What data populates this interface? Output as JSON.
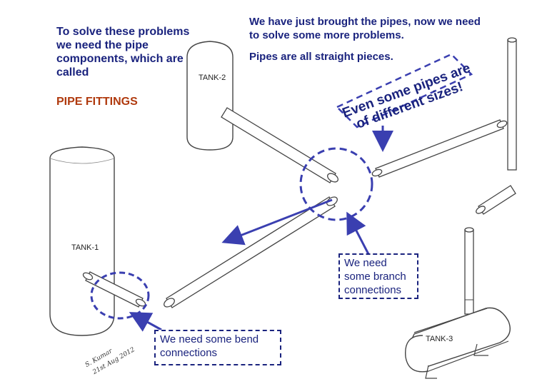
{
  "texts": {
    "intro": "To solve these problems we need the pipe components, which are called",
    "fittings": "PIPE FITTINGS",
    "brought": "We have just brought the pipes, now we need to solve some more problems.",
    "straight": "Pipes are all straight pieces.",
    "even_line1": "Even some pipes are",
    "even_line2": "of different sizes!"
  },
  "callouts": {
    "branch": "We need some branch connections",
    "bend": "We need some bend connections"
  },
  "tanks": {
    "tank1": "TANK-1",
    "tank2": "TANK-2",
    "tank3": "TANK-3"
  },
  "signature": {
    "line1": "S. Kumar",
    "line2": "21st Aug 2012"
  },
  "colors": {
    "text_blue": "#1a237e",
    "fittings_orange": "#b03a0e",
    "arrow_blue": "#3a3fb0"
  }
}
